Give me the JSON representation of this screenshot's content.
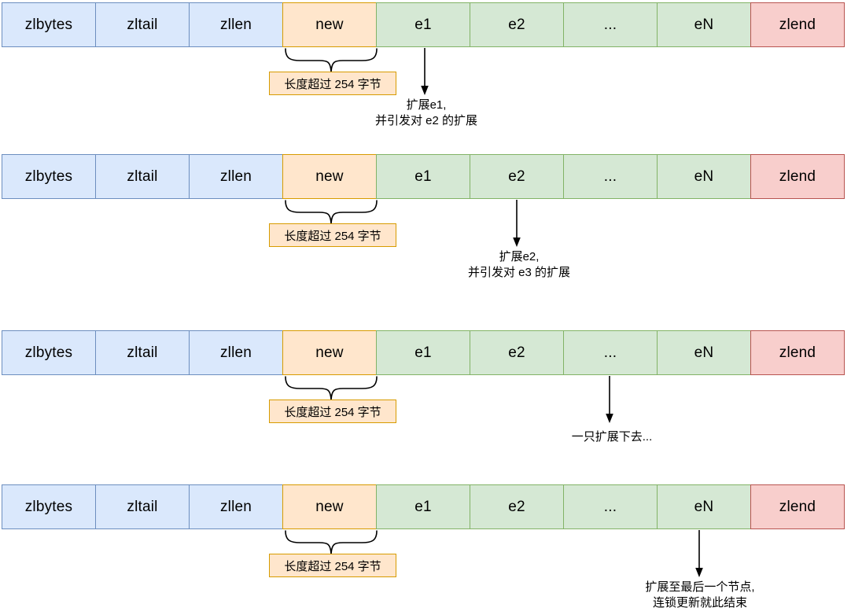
{
  "palette": {
    "header": {
      "bg": "#dae8fc",
      "border": "#6c8ebf"
    },
    "new": {
      "bg": "#ffe6cc",
      "border": "#d79b00"
    },
    "entry": {
      "bg": "#d5e8d4",
      "border": "#82b366"
    },
    "end": {
      "bg": "#f8cecc",
      "border": "#b85450"
    },
    "label_box": {
      "bg": "#ffe6cc",
      "border": "#d79b00"
    },
    "text": "#000000",
    "line": "#000000"
  },
  "brace_label": "长度超过 254 字节",
  "rows": [
    {
      "cells": [
        "zlbytes",
        "zltail",
        "zllen",
        "new",
        "e1",
        "e2",
        "...",
        "eN",
        "zlend"
      ],
      "arrow_under": "e1",
      "note_lines": [
        "扩展e1,",
        "并引发对 e2 的扩展"
      ]
    },
    {
      "cells": [
        "zlbytes",
        "zltail",
        "zllen",
        "new",
        "e1",
        "e2",
        "...",
        "eN",
        "zlend"
      ],
      "arrow_under": "e2",
      "note_lines": [
        "扩展e2,",
        "并引发对 e3 的扩展"
      ]
    },
    {
      "cells": [
        "zlbytes",
        "zltail",
        "zllen",
        "new",
        "e1",
        "e2",
        "...",
        "eN",
        "zlend"
      ],
      "arrow_under": "...",
      "note_lines": [
        "一只扩展下去..."
      ]
    },
    {
      "cells": [
        "zlbytes",
        "zltail",
        "zllen",
        "new",
        "e1",
        "e2",
        "...",
        "eN",
        "zlend"
      ],
      "arrow_under": "eN",
      "note_lines": [
        "扩展至最后一个节点,",
        "连锁更新就此结束"
      ]
    }
  ]
}
